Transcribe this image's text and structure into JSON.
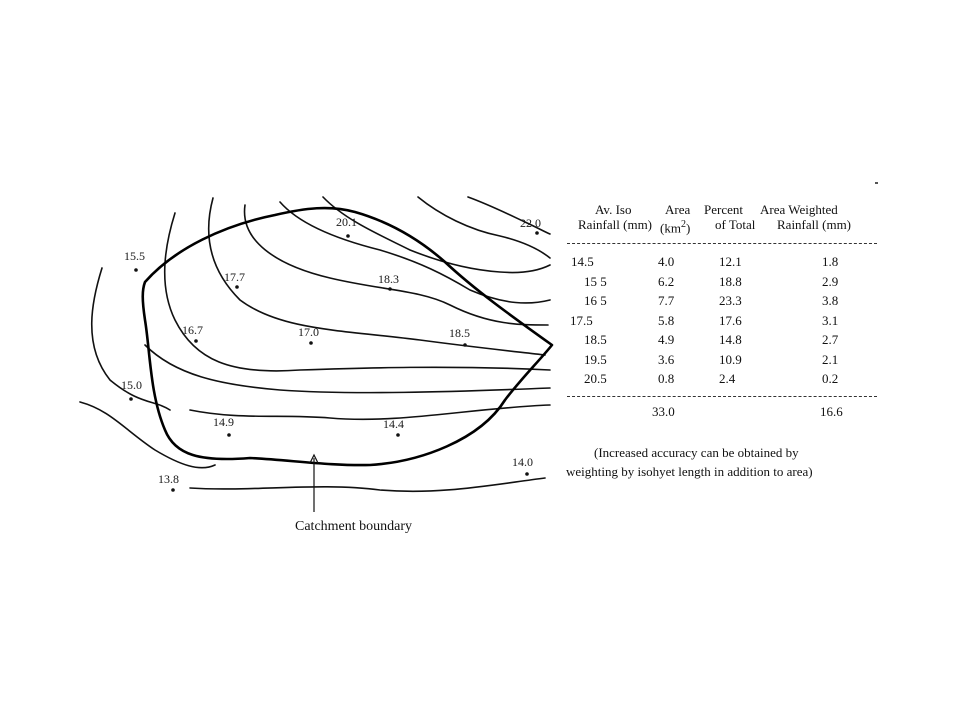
{
  "stations": [
    {
      "id": "s1",
      "label": "15.5"
    },
    {
      "id": "s2",
      "label": "17.7"
    },
    {
      "id": "s3",
      "label": "20.1"
    },
    {
      "id": "s4",
      "label": "22.0"
    },
    {
      "id": "s5",
      "label": "18.3"
    },
    {
      "id": "s6",
      "label": "16.7"
    },
    {
      "id": "s7",
      "label": "17.0"
    },
    {
      "id": "s8",
      "label": "18.5"
    },
    {
      "id": "s9",
      "label": "15.0"
    },
    {
      "id": "s10",
      "label": "14.9"
    },
    {
      "id": "s11",
      "label": "14.4"
    },
    {
      "id": "s12",
      "label": "13.8"
    },
    {
      "id": "s13",
      "label": "14.0"
    }
  ],
  "caption": "Catchment boundary",
  "table": {
    "headers": {
      "col1": [
        "Av. Iso",
        "Rainfall (mm)"
      ],
      "col2_line1": "Area",
      "col2_line2": "(km",
      "col2_sup": "2",
      "col2_close": ")",
      "col3": [
        "Percent",
        "of Total"
      ],
      "col4": [
        "Area Weighted",
        "Rainfall (mm)"
      ]
    },
    "rows": [
      [
        "14.5",
        "4.0",
        "12.1",
        "1.8"
      ],
      [
        "15 5",
        "6.2",
        "18.8",
        "2.9"
      ],
      [
        "16 5",
        "7.7",
        "23.3",
        "3.8"
      ],
      [
        "17.5",
        "5.8",
        "17.6",
        "3.1"
      ],
      [
        "18.5",
        "4.9",
        "14.8",
        "2.7"
      ],
      [
        "19.5",
        "3.6",
        "10.9",
        "2.1"
      ],
      [
        "20.5",
        "0.8",
        "2.4",
        "0.2"
      ]
    ],
    "totals": {
      "area": "33.0",
      "weighted": "16.6"
    }
  },
  "note": [
    "(Increased accuracy can be obtained by",
    "weighting by isohyet length in addition to area)"
  ]
}
